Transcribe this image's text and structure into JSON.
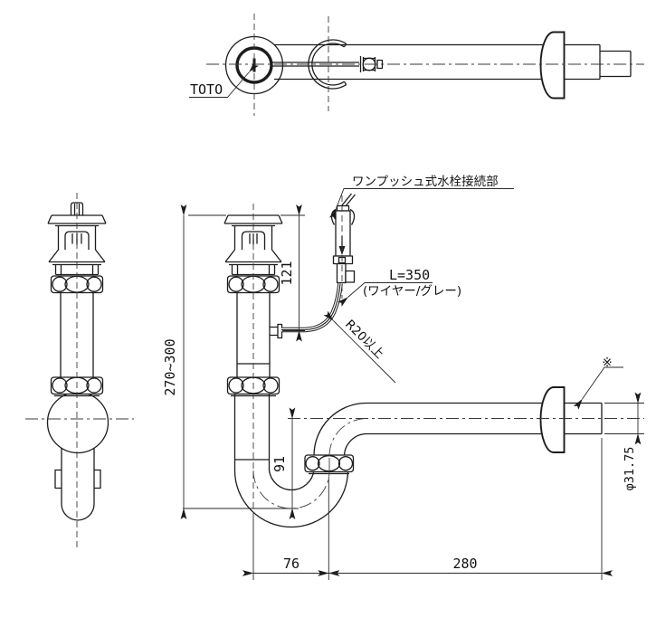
{
  "page": {
    "background": "#ffffff",
    "line_color": "#1c1c1c"
  },
  "labels": {
    "brand": "TOTO",
    "faucet_connection": "ワンプッシュ式水栓接続部",
    "wire_length": "L=350",
    "wire_type": "(ワイヤー/グレー)",
    "min_bend_radius": "R20以上",
    "wall_note": "※"
  },
  "dimensions": {
    "flange_to_wire_outlet": "121",
    "adjustable_height": "270~300",
    "trap_seal_depth": "91",
    "trap_offset": "76",
    "outlet_pipe_length": "280",
    "pipe_diameter": "φ31.75"
  }
}
